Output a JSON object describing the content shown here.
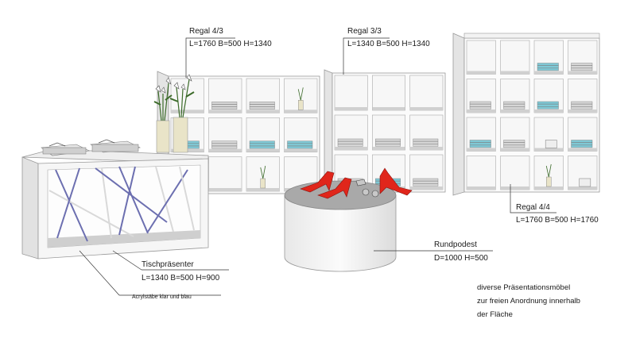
{
  "labels": {
    "regal_43": {
      "title": "Regal 4/3",
      "dims": "L=1760  B=500  H=1340"
    },
    "regal_33": {
      "title": "Regal 3/3",
      "dims": "L=1340  B=500  H=1340"
    },
    "regal_44": {
      "title": "Regal 4/4",
      "dims": "L=1760  B=500  H=1760"
    },
    "rundpodest": {
      "title": "Rundpodest",
      "dims": "D=1000  H=500"
    },
    "tischpraesenter": {
      "title": "Tischpräsenter",
      "dims": "L=1340  B=500  H=900"
    },
    "acryl_note": "Acrylstäbe klar und blau",
    "description": [
      "diverse Präsentationsmöbel",
      "zur freien Anordnung innerhalb",
      "der Fläche"
    ]
  },
  "colors": {
    "shelf_face": "#f2f2f2",
    "shelf_inner": "#d9d9d9",
    "shoe_red": "#e0261b",
    "towel_teal": "#7fc9d6",
    "rod_blue": "#6c6fb0",
    "plant_green": "#3c6b2a"
  }
}
